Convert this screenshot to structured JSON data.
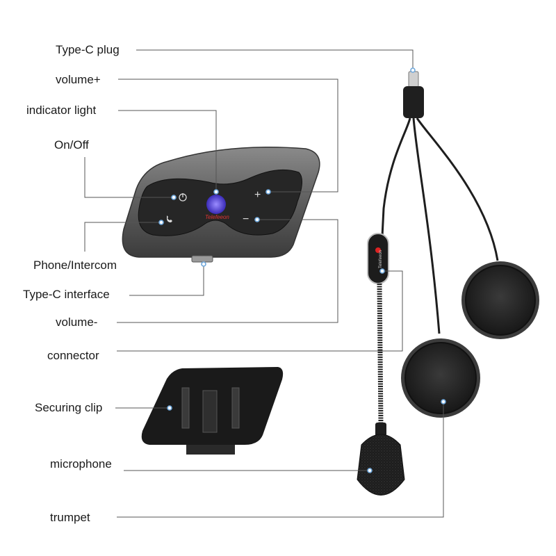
{
  "labels": {
    "type_c_plug": "Type-C plug",
    "volume_plus": "volume+",
    "indicator_light": "indicator light",
    "on_off": "On/Off",
    "phone_intercom": "Phone/Intercom",
    "type_c_interface": "Type-C interface",
    "volume_minus": "volume-",
    "connector": "connector",
    "securing_clip": "Securing clip",
    "microphone": "microphone",
    "trumpet": "trumpet"
  },
  "device": {
    "brand": "Telefeeon",
    "plus_symbol": "+",
    "minus_symbol": "−"
  },
  "connector_brand": "Telefeeon",
  "colors": {
    "device_body": "#5b5b5b",
    "button_panel": "#2a2a2a",
    "indicator": "#5b4ce0",
    "leader_dot": "#6fa8dc",
    "speaker": "#222222"
  },
  "icons": [
    "power-icon",
    "phone-icon",
    "plus-icon",
    "minus-icon"
  ]
}
